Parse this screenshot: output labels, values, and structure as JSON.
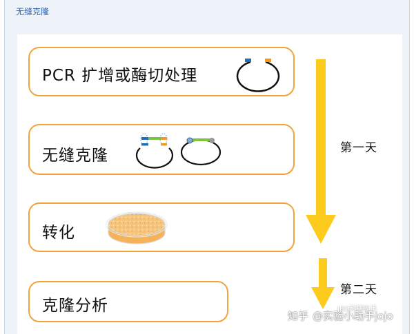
{
  "panel": {
    "title": "无缝克隆"
  },
  "steps": [
    {
      "label": "PCR 扩增或酶切处理"
    },
    {
      "label": "无缝克隆"
    },
    {
      "label": "转化"
    },
    {
      "label": "克隆分析"
    }
  ],
  "days": [
    {
      "label": "第一天"
    },
    {
      "label": "第二天"
    }
  ],
  "watermark": {
    "brand": "知乎",
    "author": "@实验小助手jojo",
    "faint": "JBO科研助手"
  },
  "colors": {
    "box_border": "#f2a33a",
    "arrow": "#fccb1e",
    "insert_green": "#7dc241",
    "end_blue": "#1d6fb8",
    "end_orange": "#f39a22",
    "plate_fill": "#f6b25a",
    "title_blue": "#2f5fb0"
  },
  "icons": [
    "linear-vector-icon",
    "insert-fragment-icon",
    "recombined-plasmid-icon",
    "petri-dish-icon",
    "down-arrow-icon"
  ]
}
